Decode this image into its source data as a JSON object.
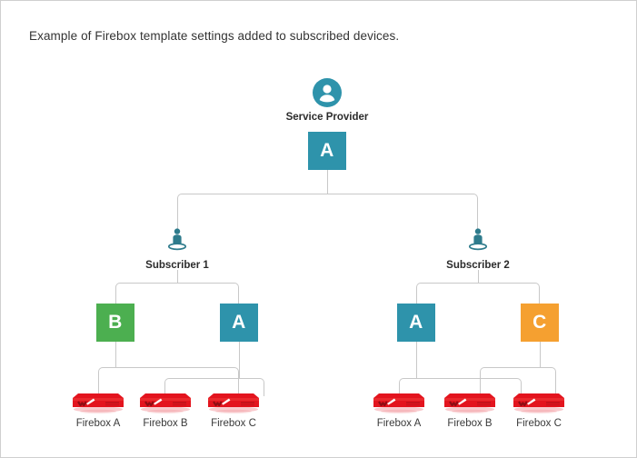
{
  "caption": "Example of Firebox template settings added to subscribed devices.",
  "colors": {
    "teal": "#2e93ab",
    "green": "#4caf50",
    "orange": "#f5a030",
    "line": "#c8c8c8",
    "firebox_red": "#e3141e",
    "border": "#cfcfcf",
    "text": "#333333"
  },
  "nodes": {
    "provider": {
      "label": "Service Provider",
      "icon": "user-circle-icon",
      "template_letter": "A",
      "template_color": "#2e93ab"
    },
    "subscribers": [
      {
        "label": "Subscriber 1",
        "icon": "person-standing-icon",
        "templates": [
          {
            "letter": "B",
            "color": "#4caf50"
          },
          {
            "letter": "A",
            "color": "#2e93ab"
          }
        ],
        "devices": [
          {
            "label": "Firebox A",
            "icon": "firebox-appliance-icon"
          },
          {
            "label": "Firebox B",
            "icon": "firebox-appliance-icon"
          },
          {
            "label": "Firebox C",
            "icon": "firebox-appliance-icon"
          }
        ]
      },
      {
        "label": "Subscriber 2",
        "icon": "person-standing-icon",
        "templates": [
          {
            "letter": "A",
            "color": "#2e93ab"
          },
          {
            "letter": "C",
            "color": "#f5a030"
          }
        ],
        "devices": [
          {
            "label": "Firebox A",
            "icon": "firebox-appliance-icon"
          },
          {
            "label": "Firebox B",
            "icon": "firebox-appliance-icon"
          },
          {
            "label": "Firebox C",
            "icon": "firebox-appliance-icon"
          }
        ]
      }
    ]
  }
}
